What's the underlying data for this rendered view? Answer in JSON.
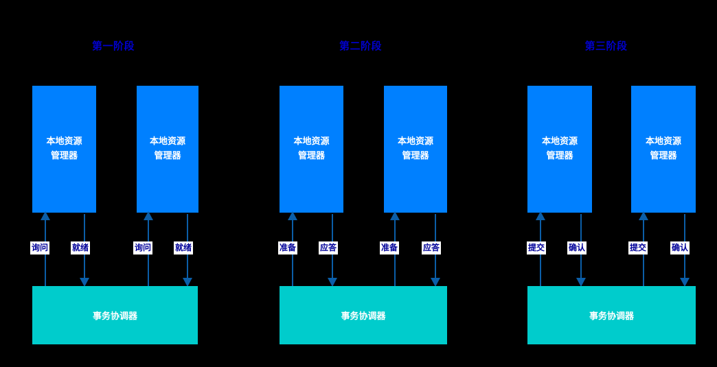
{
  "diagram": {
    "title_color": "#0000cc",
    "resource_manager_color": "#0080ff",
    "coordinator_color": "#00cccc",
    "connector_color": "#0b5ea8",
    "label_text_color": "#000099",
    "background_color": "#000000"
  },
  "phases": [
    {
      "title": "第一阶段",
      "managers": [
        {
          "line1": "本地资源",
          "line2": "管理器"
        },
        {
          "line1": "本地资源",
          "line2": "管理器"
        }
      ],
      "coordinator": "事务协调器",
      "edges": [
        {
          "label": "询问",
          "direction": "up"
        },
        {
          "label": "就绪",
          "direction": "down"
        },
        {
          "label": "询问",
          "direction": "up"
        },
        {
          "label": "就绪",
          "direction": "down"
        }
      ]
    },
    {
      "title": "第二阶段",
      "managers": [
        {
          "line1": "本地资源",
          "line2": "管理器"
        },
        {
          "line1": "本地资源",
          "line2": "管理器"
        }
      ],
      "coordinator": "事务协调器",
      "edges": [
        {
          "label": "准备",
          "direction": "up"
        },
        {
          "label": "应答",
          "direction": "down"
        },
        {
          "label": "准备",
          "direction": "up"
        },
        {
          "label": "应答",
          "direction": "down"
        }
      ]
    },
    {
      "title": "第三阶段",
      "managers": [
        {
          "line1": "本地资源",
          "line2": "管理器"
        },
        {
          "line1": "本地资源",
          "line2": "管理器"
        }
      ],
      "coordinator": "事务协调器",
      "edges": [
        {
          "label": "提交",
          "direction": "up"
        },
        {
          "label": "确认",
          "direction": "down"
        },
        {
          "label": "提交",
          "direction": "up"
        },
        {
          "label": "确认",
          "direction": "down"
        }
      ]
    }
  ]
}
